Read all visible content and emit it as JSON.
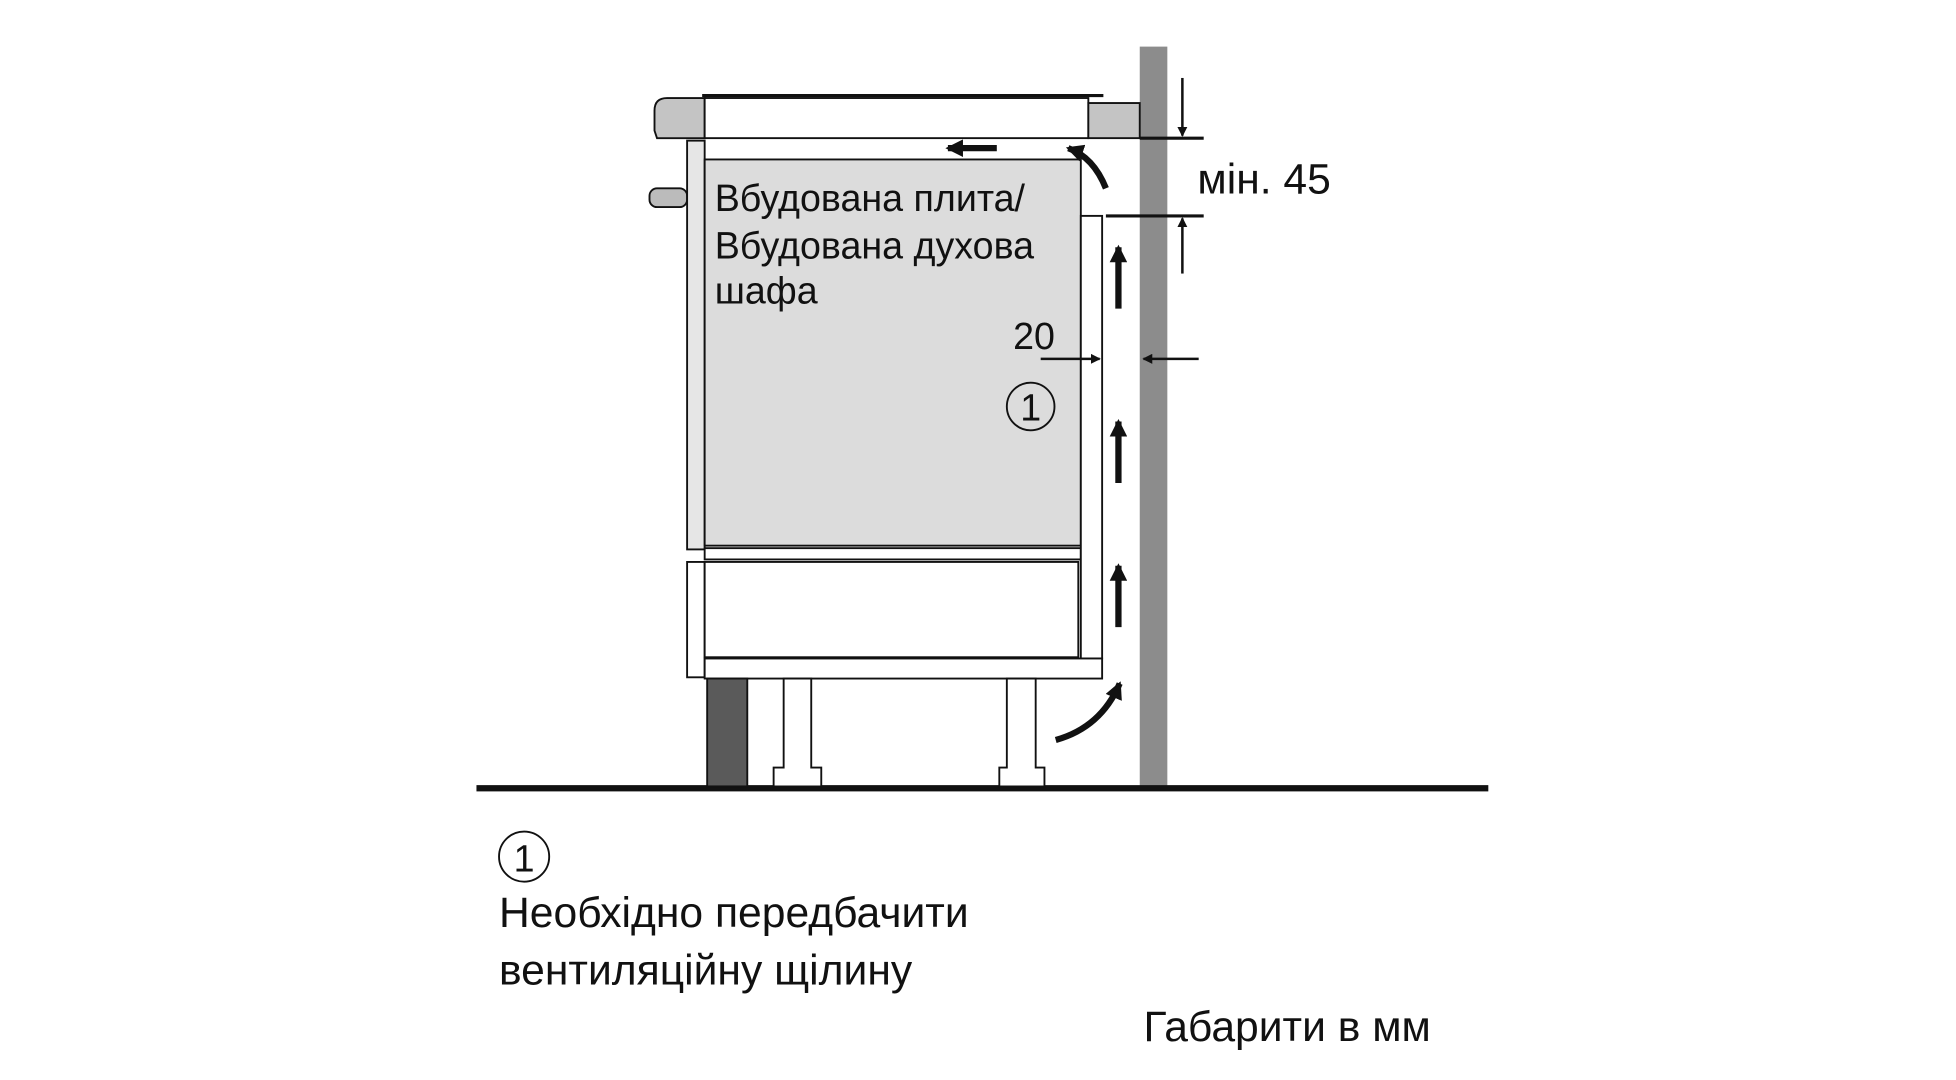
{
  "diagram": {
    "appliance_label": [
      "Вбудована плита/",
      "Вбудована духова",
      "шафа"
    ],
    "dimension_top": "мін. 45",
    "dimension_gap": "20",
    "callout_marker": "1",
    "legend": {
      "marker": "1",
      "lines": [
        "Необхідно передбачити",
        "вентиляційну щілину"
      ]
    },
    "units_note": "Габарити в мм",
    "colors": {
      "wall": "#8c8c8c",
      "appliance": "#dcdcdc",
      "plinth": "#5a5a5a",
      "cooktop_frame": "#c4c4c4"
    }
  }
}
